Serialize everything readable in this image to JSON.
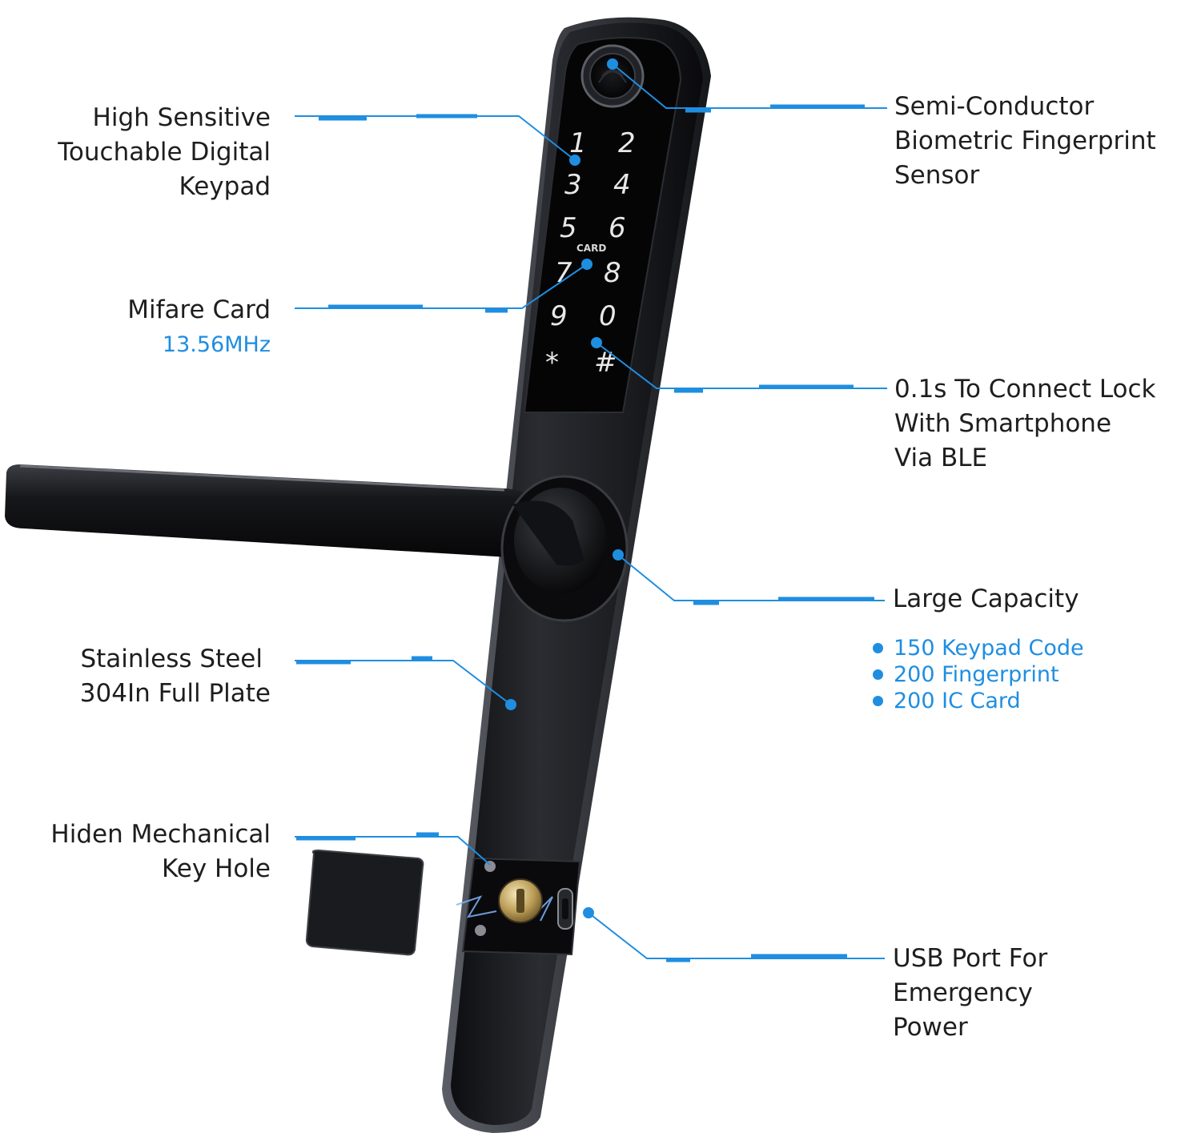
{
  "callouts": {
    "keypad": {
      "lines": [
        "High Sensitive",
        "Touchable Digital",
        "Keypad"
      ]
    },
    "card": {
      "title": "Mifare Card",
      "sub": "13.56MHz"
    },
    "plate": {
      "lines": [
        "Stainless Steel",
        "304In Full Plate"
      ]
    },
    "keyhole": {
      "lines": [
        "Hiden Mechanical",
        "Key Hole"
      ]
    },
    "fingerprint": {
      "lines": [
        "Semi-Conductor",
        "Biometric Fingerprint",
        "Sensor"
      ]
    },
    "ble": {
      "lines": [
        "0.1s To Connect Lock",
        "With Smartphone",
        "Via BLE"
      ]
    },
    "capacity": {
      "title": "Large Capacity",
      "items": [
        "150 Keypad Code",
        "200 Fingerprint",
        "200 IC Card"
      ]
    },
    "usb": {
      "lines": [
        "USB Port For",
        "Emergency",
        "Power"
      ]
    }
  },
  "keypad": {
    "keys": [
      "1",
      "2",
      "3",
      "4",
      "5",
      "6",
      "7",
      "8",
      "9",
      "0",
      "*",
      "#"
    ],
    "card_label": "CARD"
  },
  "colors": {
    "accent": "#1f8ee0",
    "lock_body": "#1a1b1f",
    "text": "#1e1e1e"
  },
  "icons": [
    "fingerprint-sensor-icon",
    "usb-port-icon",
    "key-cylinder-icon"
  ]
}
